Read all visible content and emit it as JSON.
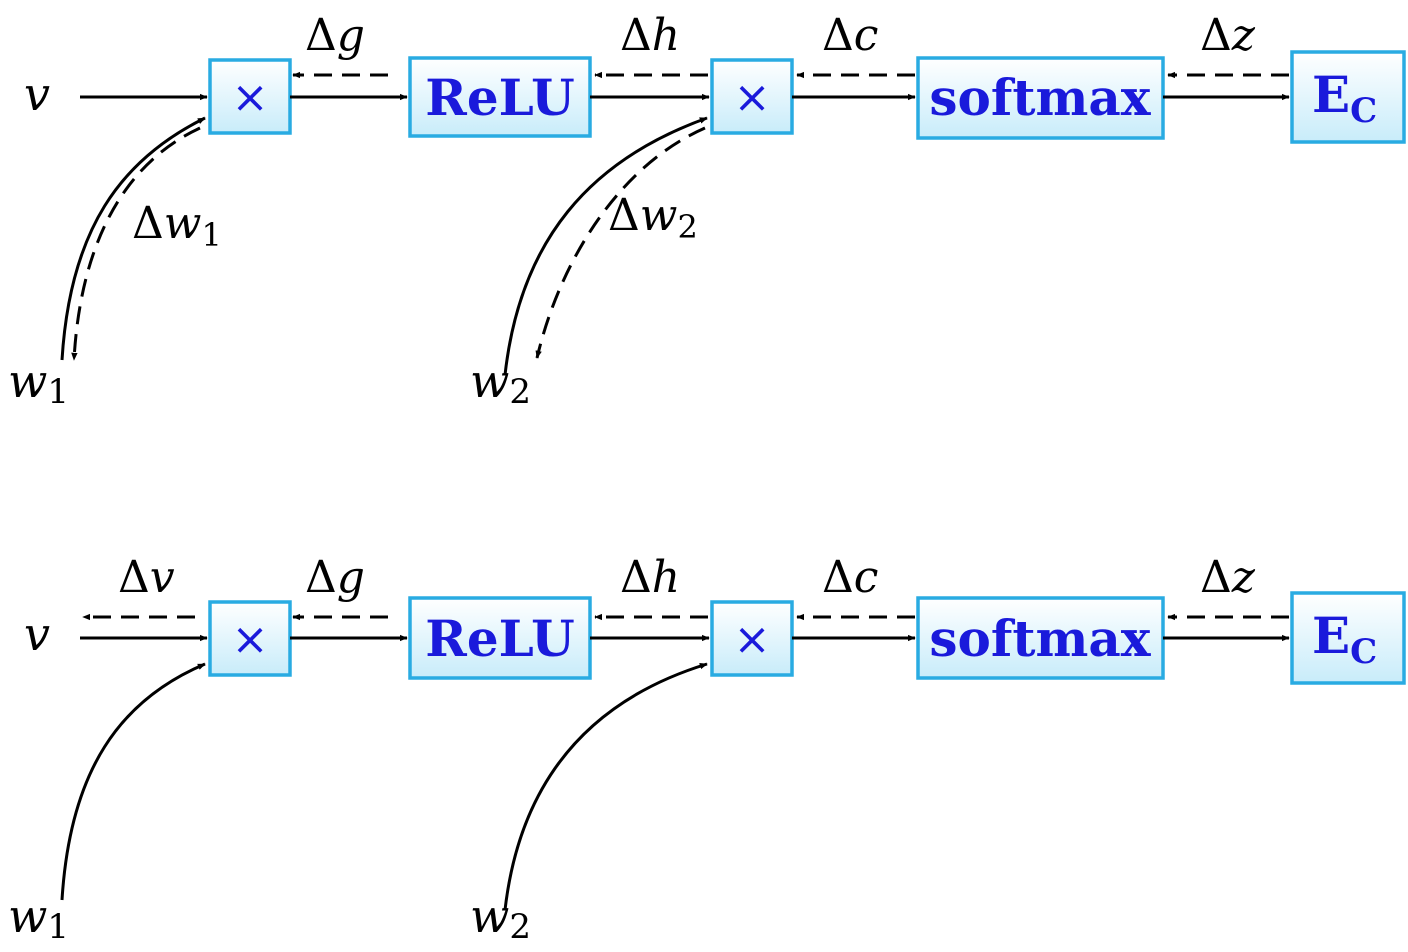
{
  "panels": [
    {
      "id": "top",
      "inputs": {
        "v": "v",
        "w1_base": "w",
        "w1_sub": "1",
        "w2_base": "w",
        "w2_sub": "2"
      },
      "nodes": {
        "mult1": "×",
        "relu": "ReLU",
        "mult2": "×",
        "softmax": "softmax",
        "loss_base": "E",
        "loss_sub": "C"
      },
      "gradients": {
        "dg_delta": "Δ",
        "dg_var": "g",
        "dh_delta": "Δ",
        "dh_var": "h",
        "dc_delta": "Δ",
        "dc_var": "c",
        "dz_delta": "Δ",
        "dz_var": "z",
        "dw1_delta": "Δ",
        "dw1_var": "w",
        "dw1_sub": "1",
        "dw2_delta": "Δ",
        "dw2_var": "w",
        "dw2_sub": "2"
      }
    },
    {
      "id": "bottom",
      "inputs": {
        "v": "v",
        "w1_base": "w",
        "w1_sub": "1",
        "w2_base": "w",
        "w2_sub": "2"
      },
      "nodes": {
        "mult1": "×",
        "relu": "ReLU",
        "mult2": "×",
        "softmax": "softmax",
        "loss_base": "E",
        "loss_sub": "C"
      },
      "gradients": {
        "dv_delta": "Δ",
        "dv_var": "v",
        "dg_delta": "Δ",
        "dg_var": "g",
        "dh_delta": "Δ",
        "dh_var": "h",
        "dc_delta": "Δ",
        "dc_var": "c",
        "dz_delta": "Δ",
        "dz_var": "z"
      }
    }
  ],
  "colors": {
    "box_border": "#29abe2",
    "box_fill_top": "#ffffff",
    "box_fill_bottom": "#c8ecfa",
    "node_text": "#1a1adb",
    "edge": "#000000"
  }
}
